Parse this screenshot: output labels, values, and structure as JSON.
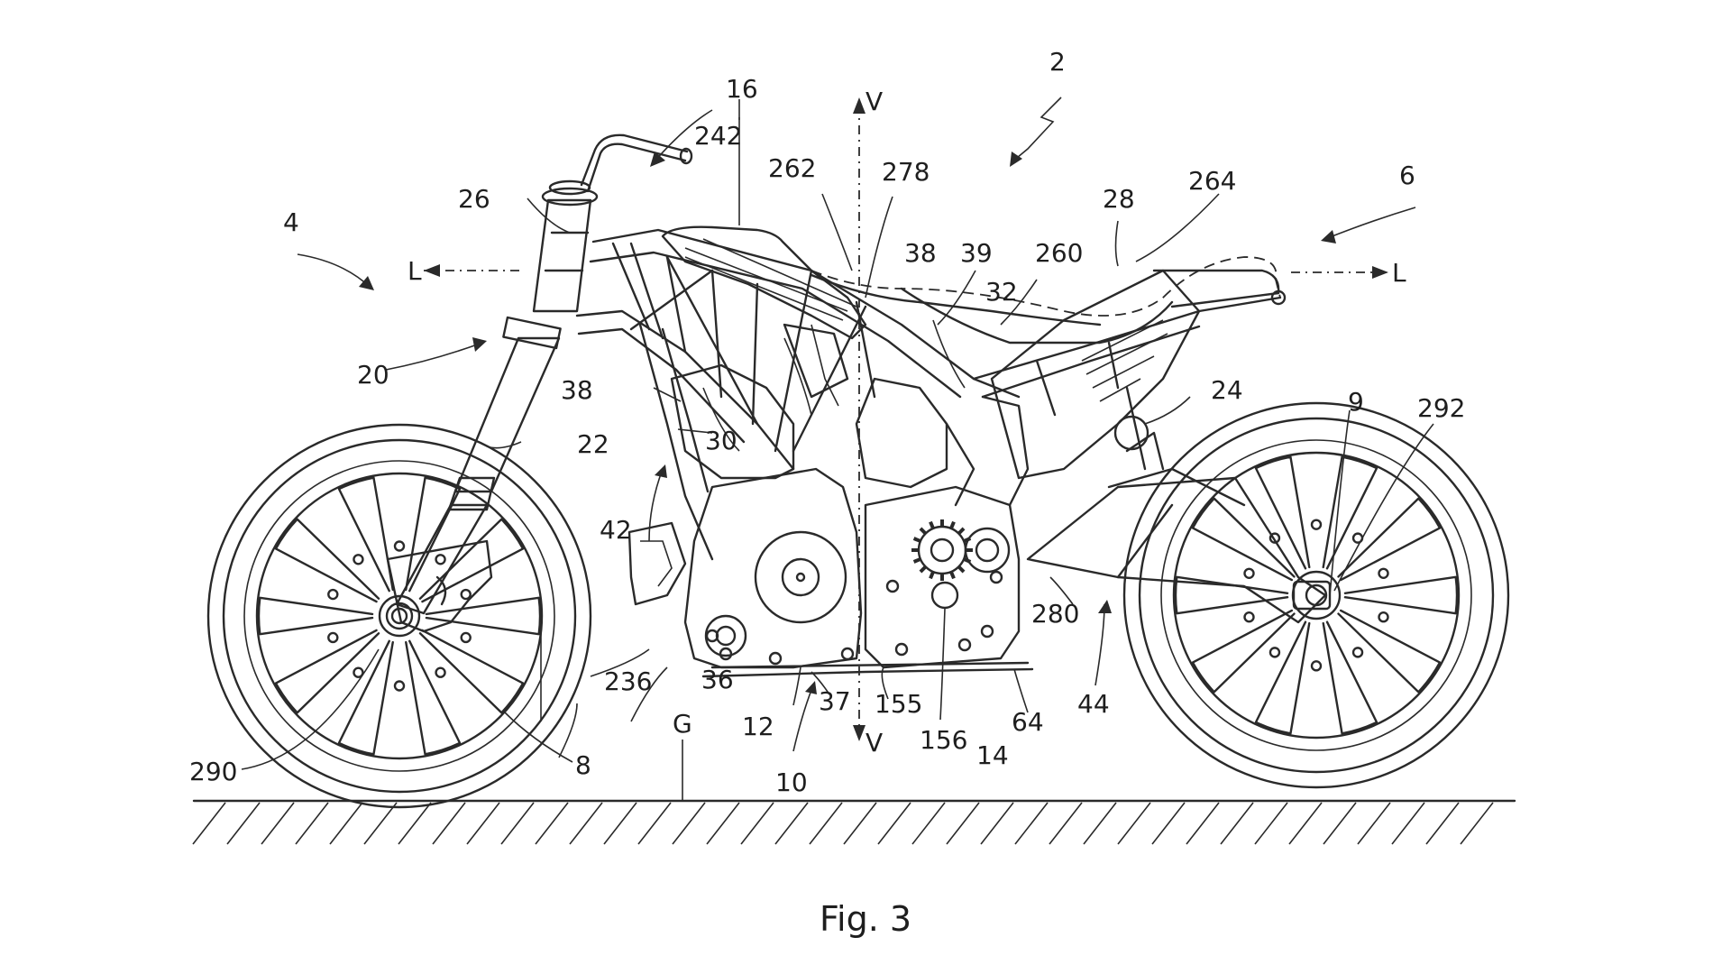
{
  "figure": {
    "caption": "Fig. 3"
  },
  "labels": {
    "l2": "2",
    "l4": "4",
    "l6": "6",
    "l8": "8",
    "l9": "9",
    "l10": "10",
    "l12": "12",
    "l14": "14",
    "l16": "16",
    "l20": "20",
    "l22": "22",
    "l24": "24",
    "l26": "26",
    "l28": "28",
    "l30": "30",
    "l32": "32",
    "l36": "36",
    "l37": "37",
    "l38a": "38",
    "l38b": "38",
    "l39": "39",
    "l42": "42",
    "l44": "44",
    "l64": "64",
    "l155": "155",
    "l156": "156",
    "l236": "236",
    "l242": "242",
    "l260": "260",
    "l262": "262",
    "l264": "264",
    "l278": "278",
    "l280": "280",
    "l290": "290",
    "l292": "292",
    "lG": "G",
    "lVtop": "V",
    "lVbot": "V",
    "lLleft": "L",
    "lLright": "L"
  }
}
